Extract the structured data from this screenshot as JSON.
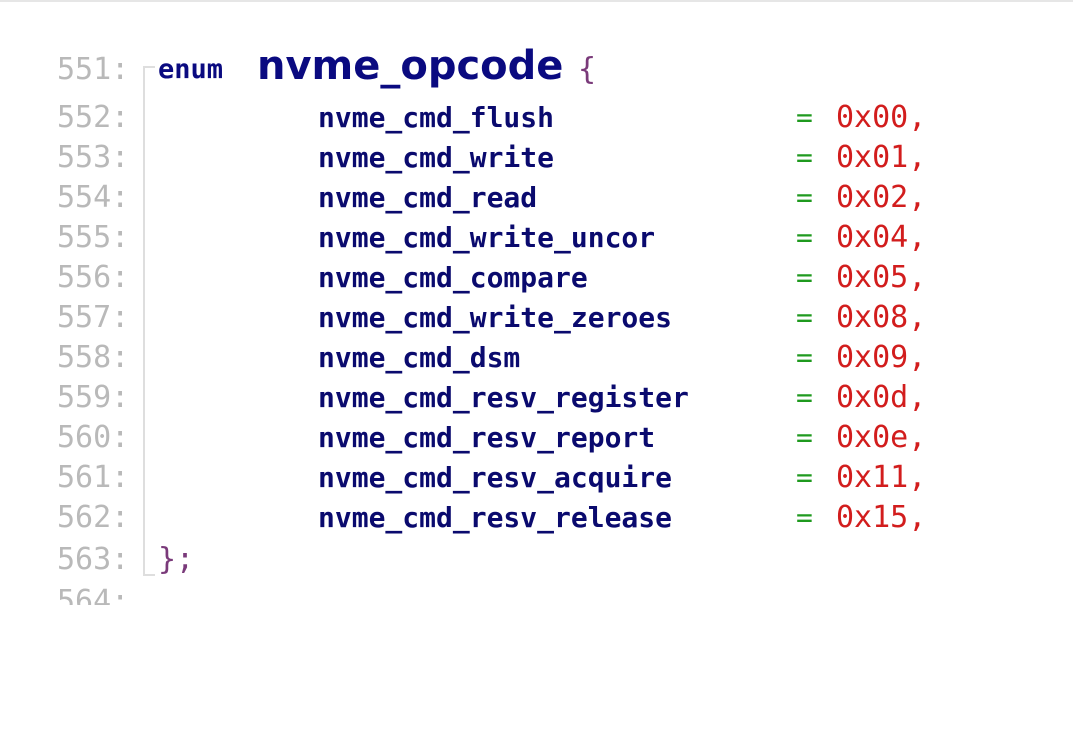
{
  "header": {
    "line_number": "551:",
    "keyword": "enum",
    "name": "nvme_opcode",
    "open_brace": "{"
  },
  "entries": [
    {
      "line_number": "552:",
      "identifier": "nvme_cmd_flush",
      "operator": "=",
      "value": "0x00,"
    },
    {
      "line_number": "553:",
      "identifier": "nvme_cmd_write",
      "operator": "=",
      "value": "0x01,"
    },
    {
      "line_number": "554:",
      "identifier": "nvme_cmd_read",
      "operator": "=",
      "value": "0x02,"
    },
    {
      "line_number": "555:",
      "identifier": "nvme_cmd_write_uncor",
      "operator": "=",
      "value": "0x04,"
    },
    {
      "line_number": "556:",
      "identifier": "nvme_cmd_compare",
      "operator": "=",
      "value": "0x05,"
    },
    {
      "line_number": "557:",
      "identifier": "nvme_cmd_write_zeroes",
      "operator": "=",
      "value": "0x08,"
    },
    {
      "line_number": "558:",
      "identifier": "nvme_cmd_dsm",
      "operator": "=",
      "value": "0x09,"
    },
    {
      "line_number": "559:",
      "identifier": "nvme_cmd_resv_register",
      "operator": "=",
      "value": "0x0d,"
    },
    {
      "line_number": "560:",
      "identifier": "nvme_cmd_resv_report",
      "operator": "=",
      "value": "0x0e,"
    },
    {
      "line_number": "561:",
      "identifier": "nvme_cmd_resv_acquire",
      "operator": "=",
      "value": "0x11,"
    },
    {
      "line_number": "562:",
      "identifier": "nvme_cmd_resv_release",
      "operator": "=",
      "value": "0x15,"
    }
  ],
  "footer": {
    "line_number": "563:",
    "close_brace": "};"
  },
  "partial_line": {
    "line_number": "564:"
  },
  "colors": {
    "line_number": "#b9b9b9",
    "keyword": "#0a0a80",
    "identifier": "#0a0a6e",
    "operator": "#1f9a1f",
    "number": "#d21d1d",
    "brace": "#7a3a7a"
  }
}
